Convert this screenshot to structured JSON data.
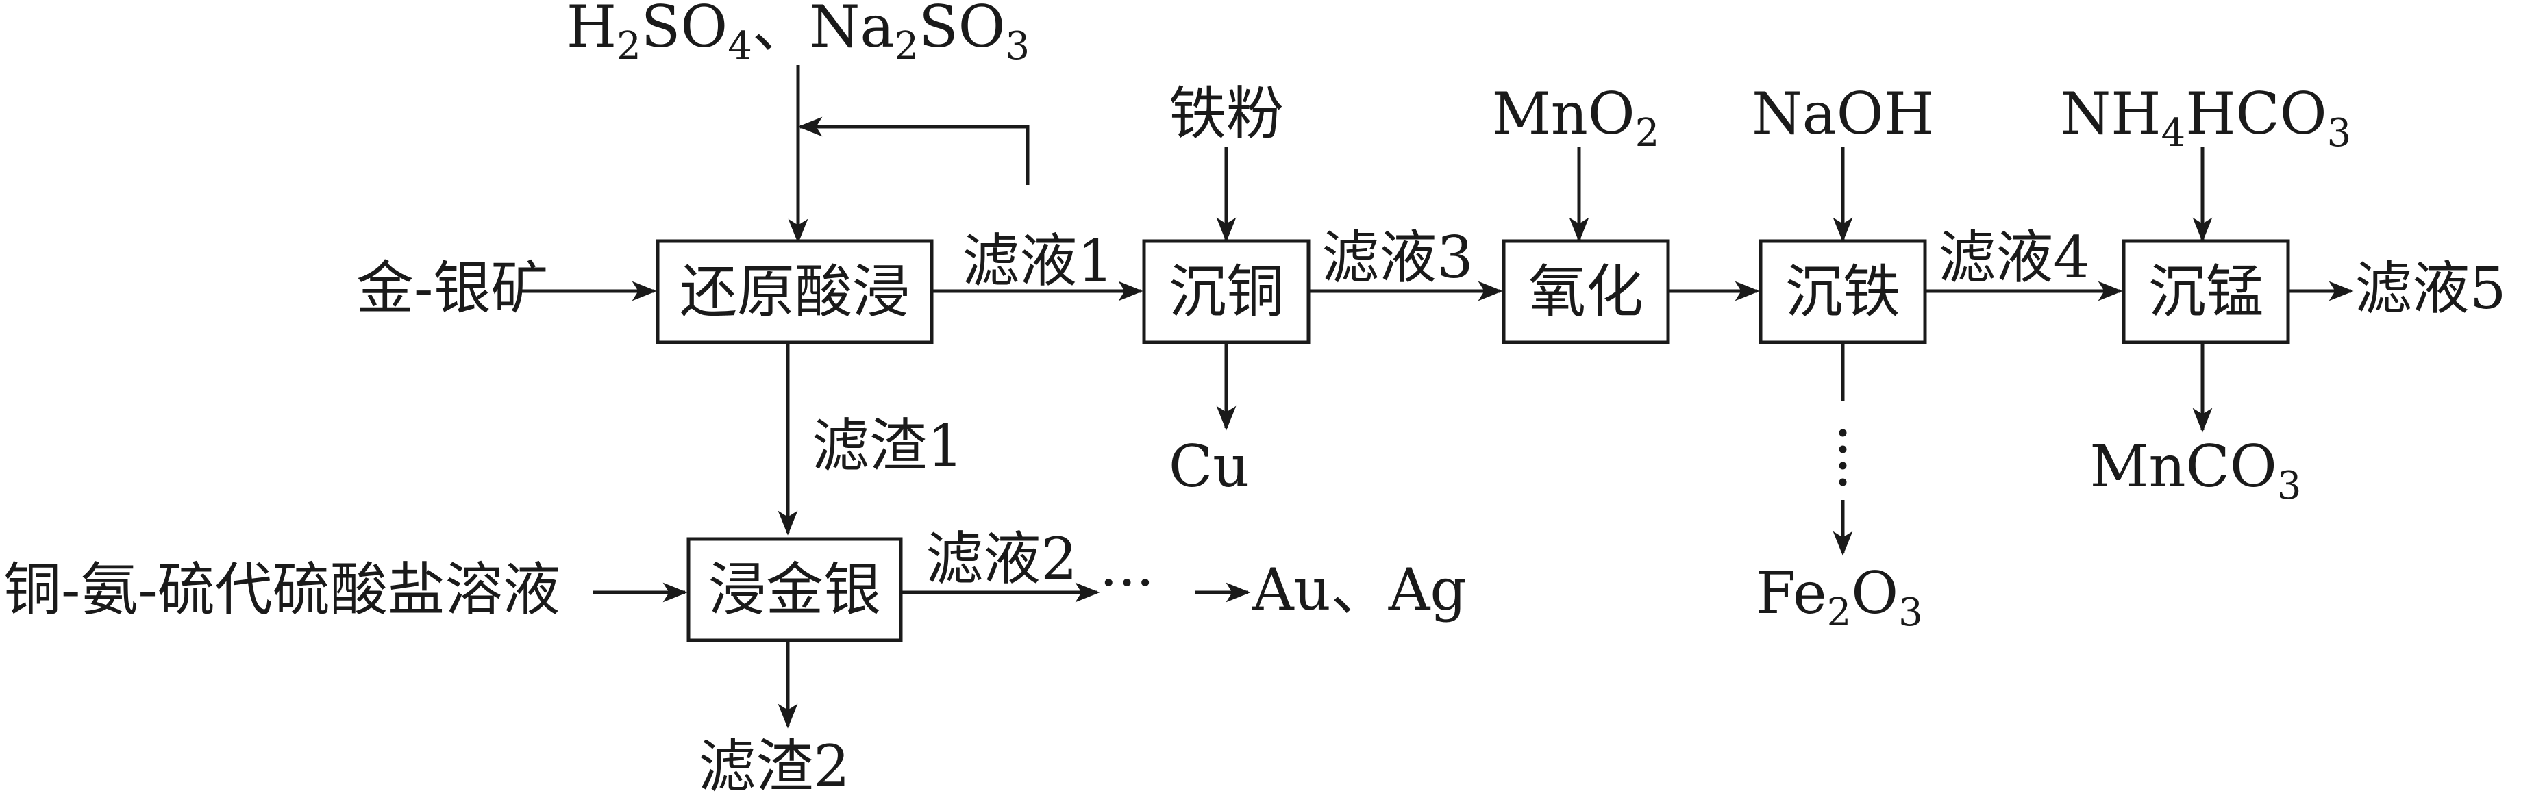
{
  "diagram": {
    "reagents": {
      "acid": {
        "h": "H",
        "h_sub": "2",
        "so": "SO",
        "so_sub": "4",
        "sep": "、",
        "na": "Na",
        "na_sub": "2",
        "so3": "SO",
        "so3_sub": "3"
      },
      "iron_powder": "铁粉",
      "mno2": {
        "base": "MnO",
        "sub": "2"
      },
      "naoh": "NaOH",
      "nh4hco3": {
        "a": "NH",
        "a_sub": "4",
        "b": "HCO",
        "b_sub": "3"
      },
      "thiosulfate": "铜-氨-硫代硫酸盐溶液"
    },
    "raw_material": "金-银矿",
    "steps": {
      "reduction_leaching": "还原酸浸",
      "copper_precipitation": "沉铜",
      "oxidation": "氧化",
      "iron_precipitation": "沉铁",
      "manganese_precipitation": "沉锰",
      "gold_silver_leaching": "浸金银"
    },
    "streams": {
      "filtrate1": "滤液1",
      "filtrate2": "滤液2",
      "filtrate3": "滤液3",
      "filtrate4": "滤液4",
      "filtrate5": "滤液5",
      "residue1": "滤渣1",
      "residue2": "滤渣2"
    },
    "products": {
      "cu": "Cu",
      "mnco3": {
        "base": "MnCO",
        "sub": "3"
      },
      "fe2o3": {
        "a": "Fe",
        "a_sub": "2",
        "b": "O",
        "b_sub": "3"
      },
      "au_ag": "Au、Ag",
      "ellipsis": "···"
    }
  }
}
